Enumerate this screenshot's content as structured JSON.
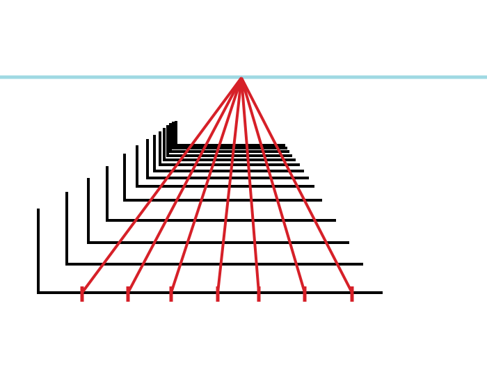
{
  "drawing": {
    "description": "",
    "colors": {
      "background": "#ffffff",
      "horizon": "#9fd9e3",
      "ground_lines": "#000000",
      "converging_lines": "#d62028"
    },
    "horizon_line_count": 1,
    "vanishing_point_count": 1,
    "converging_line_count": 7,
    "ground_line_count": 14,
    "vertical_stroke_count": 14,
    "base_tick_count": 7
  }
}
